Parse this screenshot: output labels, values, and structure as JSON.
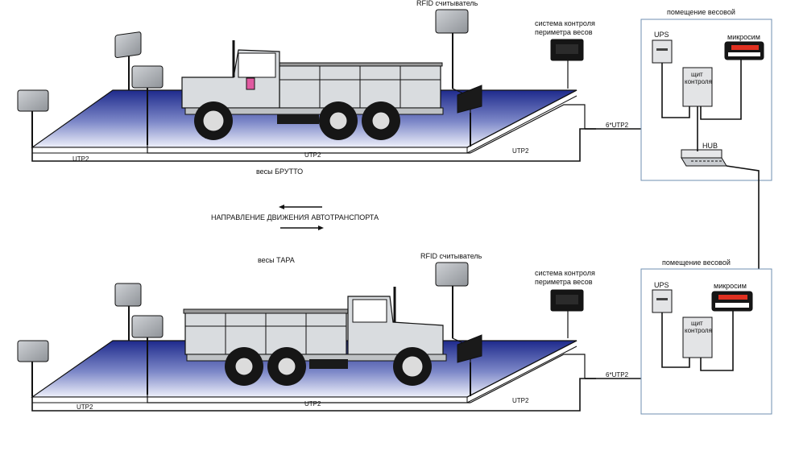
{
  "top": {
    "rfid_label": "RFID считыватель",
    "perimeter_label_1": "система контроля",
    "perimeter_label_2": "периметра весов",
    "room_label": "помещение весовой",
    "ups_label": "UPS",
    "microsim_label": "микросим",
    "panel_label_1": "щит",
    "panel_label_2": "контроля",
    "hub_label": "HUB",
    "cable_6utp": "6*UTP2",
    "utp_a": "UTP2",
    "utp_b": "UTP2",
    "utp_c": "UTP2",
    "scale_label": "весы БРУТТО"
  },
  "direction_label": "НАПРАВЛЕНИЕ ДВИЖЕНИЯ АВТОТРАНСПОРТА",
  "bottom": {
    "rfid_label": "RFID считыватель",
    "perimeter_label_1": "система контроля",
    "perimeter_label_2": "периметра весов",
    "room_label": "помещение весовой",
    "ups_label": "UPS",
    "microsim_label": "микросим",
    "panel_label_1": "щит",
    "panel_label_2": "контроля",
    "cable_6utp": "6*UTP2",
    "utp_a": "UTP2",
    "utp_b": "UTP2",
    "utp_c": "UTP2",
    "scale_label": "весы ТАРА"
  },
  "colors": {
    "platform_top": "#1e2a8c",
    "platform_mid": "#7d88c8",
    "platform_light": "#e8ebf8",
    "device_gray": "#b9bcc0",
    "truck_body": "#d9dcdf",
    "room_border": "#6f8fb0",
    "display_red": "#e03020"
  }
}
